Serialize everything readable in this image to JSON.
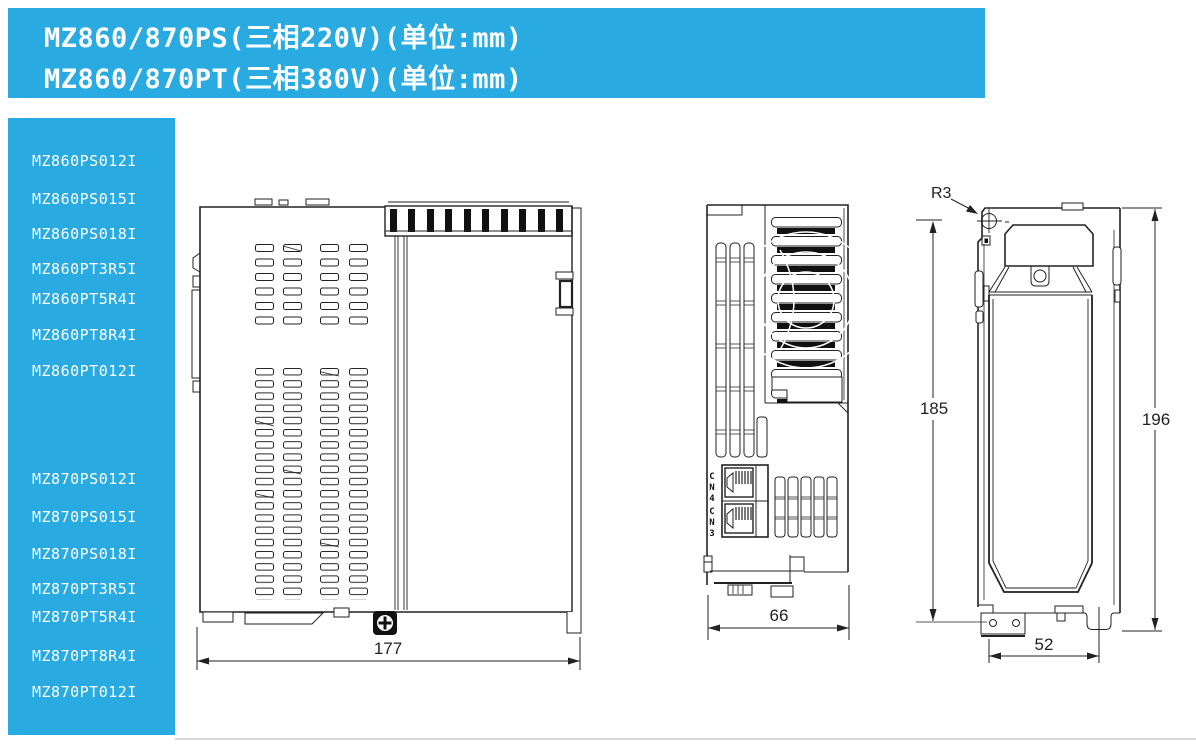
{
  "header": {
    "line1": "MZ860/870PS(三相220V)(单位:mm)",
    "line2": "MZ860/870PT(三相380V)(单位:mm)"
  },
  "sidebar": {
    "items": [
      "MZ860PS012I",
      "MZ860PS015I",
      "MZ860PS018I",
      "MZ860PT3R5I",
      "MZ860PT5R4I",
      "MZ860PT8R4I",
      "MZ860PT012I",
      "MZ870PS012I",
      "MZ870PS015I",
      "MZ870PS018I",
      "MZ870PT3R5I",
      "MZ870PT5R4I",
      "MZ870PT8R4I",
      "MZ870PT012I"
    ]
  },
  "drawings": {
    "side_view": {
      "width_dim": "177"
    },
    "front_view": {
      "width_dim": "66",
      "connector_top": "CN4",
      "connector_bottom": "CN3"
    },
    "rear_view": {
      "mount_hole_radius": "R3",
      "inner_height_dim": "185",
      "outer_height_dim": "196",
      "din_clip_width_dim": "52"
    }
  },
  "colors": {
    "accent": "#29ABE2",
    "line": "#222222"
  }
}
